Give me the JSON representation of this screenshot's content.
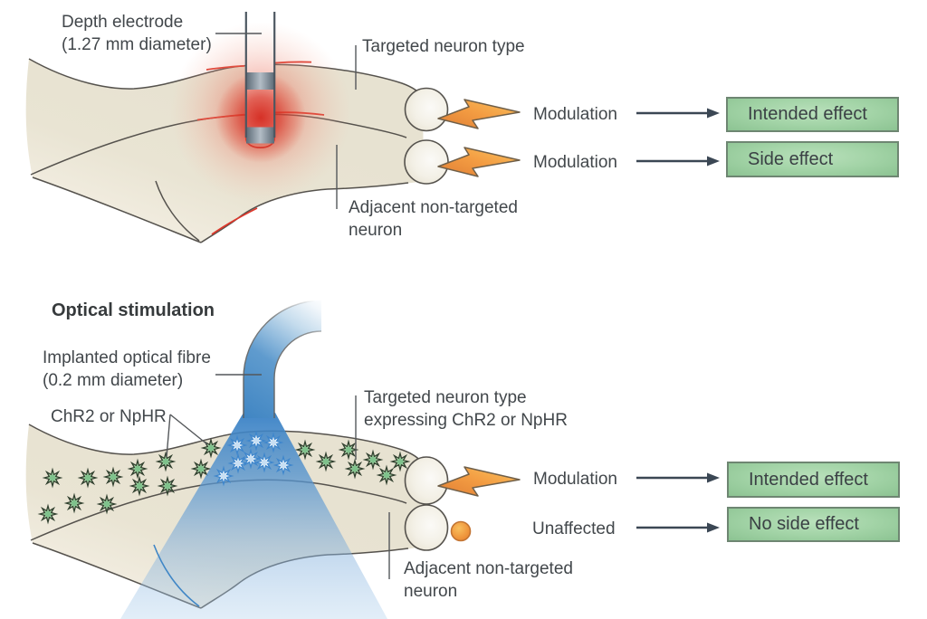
{
  "top_panel": {
    "electrode_label_line1": "Depth electrode",
    "electrode_label_line2": "(1.27 mm diameter)",
    "targeted_label": "Targeted neuron type",
    "adjacent_label_line1": "Adjacent non-targeted",
    "adjacent_label_line2": "neuron",
    "rows": [
      {
        "action": "Modulation",
        "effect": "Intended effect"
      },
      {
        "action": "Modulation",
        "effect": "Side effect"
      }
    ]
  },
  "bottom_panel": {
    "title": "Optical stimulation",
    "fibre_label_line1": "Implanted optical fibre",
    "fibre_label_line2": "(0.2 mm diameter)",
    "opsin_label": "ChR2 or NpHR",
    "targeted_label_line1": "Targeted neuron type",
    "targeted_label_line2": "expressing ChR2 or NpHR",
    "adjacent_label_line1": "Adjacent non-targeted",
    "adjacent_label_line2": "neuron",
    "rows": [
      {
        "action": "Modulation",
        "effect": "Intended effect"
      },
      {
        "action": "Unaffected",
        "effect": "No side effect"
      }
    ]
  },
  "colors": {
    "tissue_beige": "#e8e3d2",
    "glow_red": "#d62a1e",
    "fibre_blue": "#4286c2",
    "bolt_orange": "#f39c42",
    "effect_box_fill": "#9fd0a3",
    "effect_box_border": "#6e8672",
    "text_gray": "#42474b"
  }
}
